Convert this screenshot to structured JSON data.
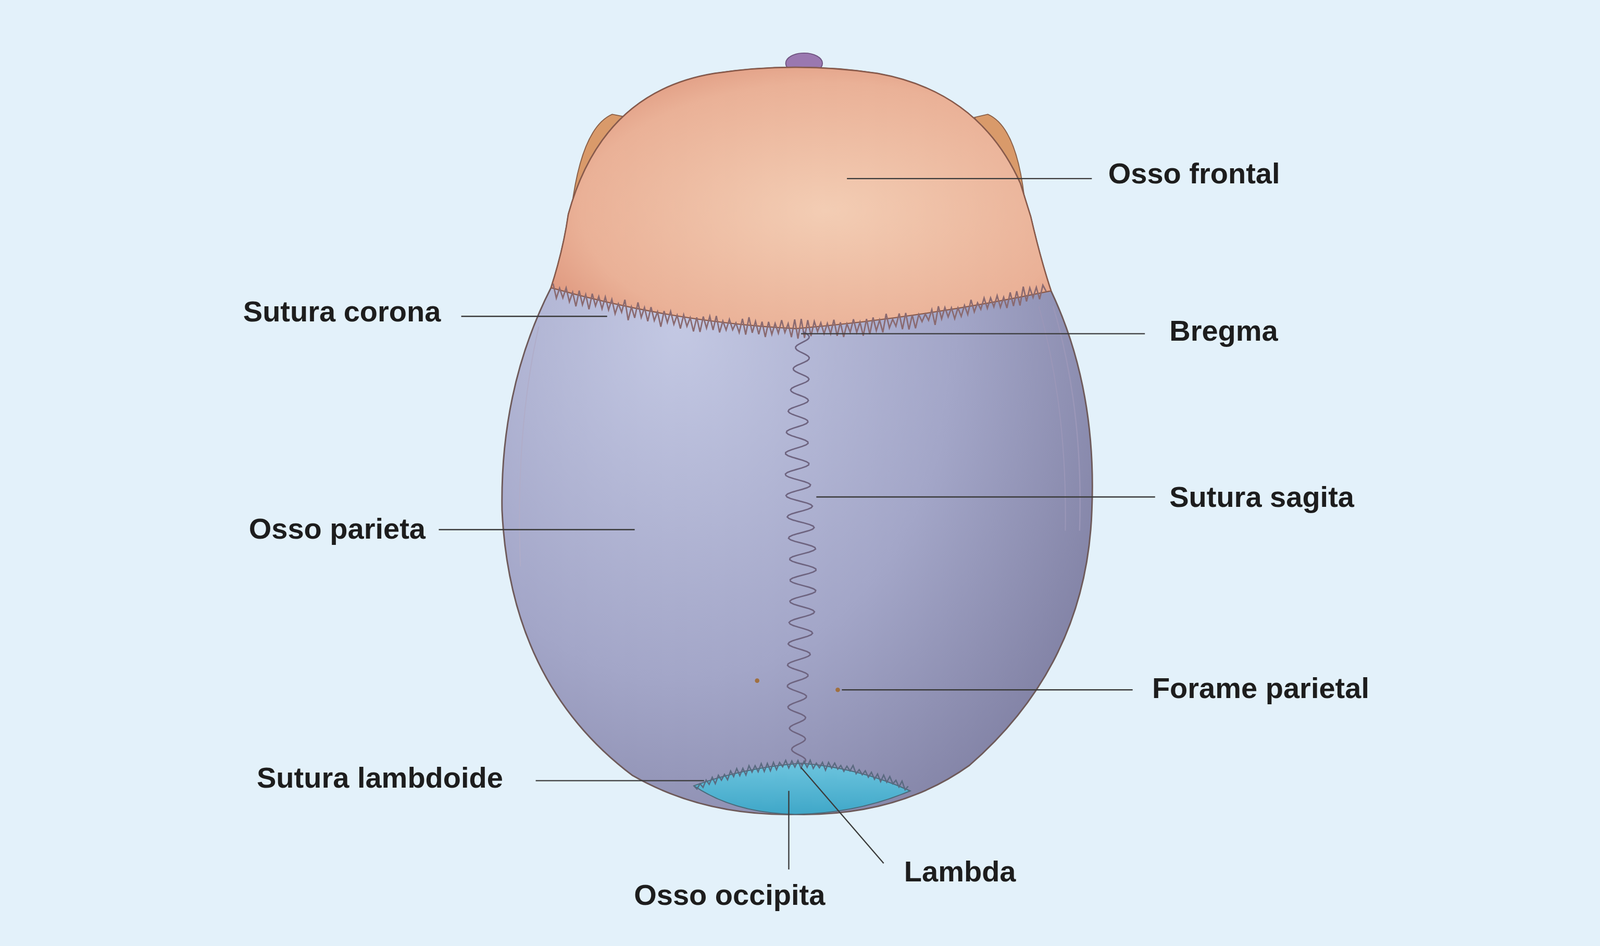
{
  "diagram": {
    "labels": [
      "Osso frontal",
      "Sutura corona",
      "Bregma",
      "Osso parieta",
      "Sutura sagita",
      "Forame parietal",
      "Sutura lambdoide",
      "Lambda",
      "Osso occipita"
    ]
  }
}
